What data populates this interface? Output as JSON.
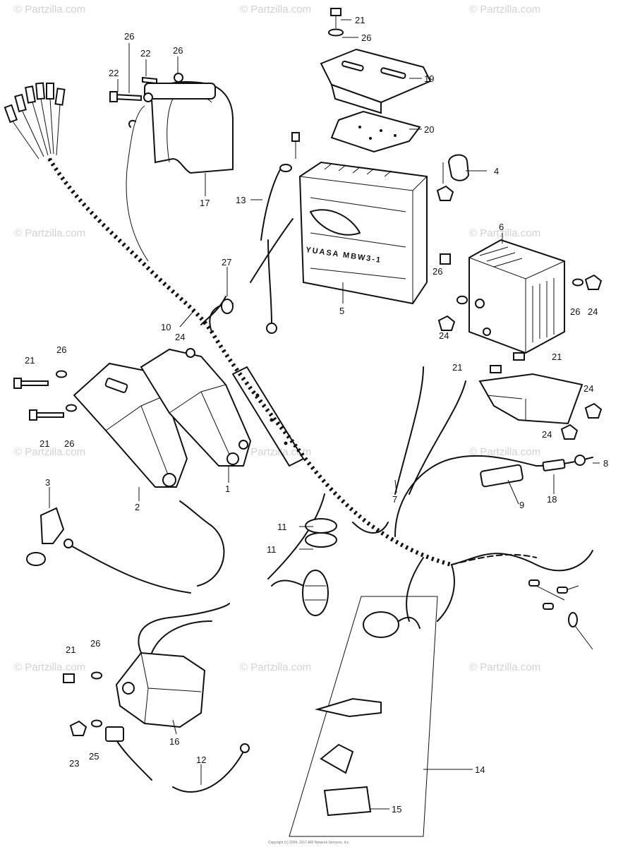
{
  "watermark": "© Partzilla.com",
  "battery_label": "YUASA MBW3-1",
  "footer_text": "Copyright (c) 2004, 2017 ARI Network Services, Inc.",
  "callouts": {
    "c1": "1",
    "c2": "2",
    "c3": "3",
    "c4": "4",
    "c5": "5",
    "c6": "6",
    "c7": "7",
    "c8": "8",
    "c9": "9",
    "c10": "10",
    "c11a": "11",
    "c11b": "11",
    "c12": "12",
    "c13": "13",
    "c14": "14",
    "c15": "15",
    "c16": "16",
    "c17": "17",
    "c18": "18",
    "c19": "19",
    "c20": "20",
    "c21a": "21",
    "c21b": "21",
    "c21c": "21",
    "c21d": "21",
    "c21e": "21",
    "c21f": "21",
    "c22a": "22",
    "c22b": "22",
    "c23": "23",
    "c24a": "24",
    "c24b": "24",
    "c24c": "24",
    "c24d": "24",
    "c24e": "24",
    "c25": "25",
    "c26a": "26",
    "c26b": "26",
    "c26c": "26",
    "c26d": "26",
    "c26e": "26",
    "c26f": "26",
    "c26g": "26",
    "c26h": "26",
    "c27": "27"
  }
}
